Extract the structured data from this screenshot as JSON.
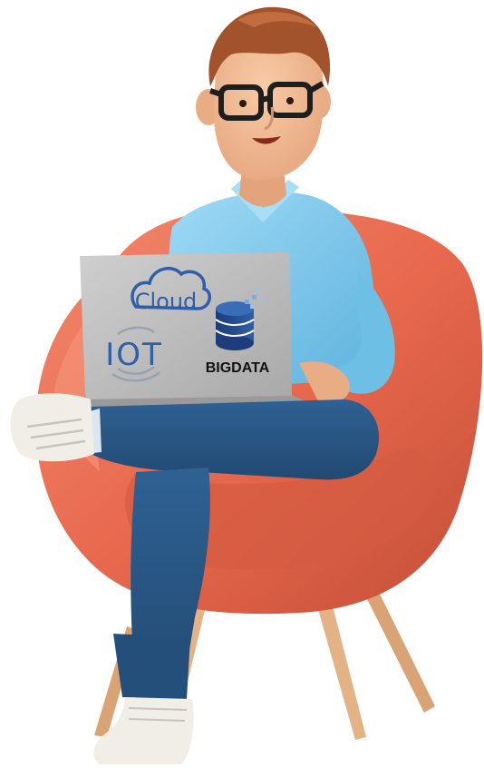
{
  "laptop": {
    "cloud_label": "Cloud",
    "iot_label": "IOT",
    "bigdata_label": "BIGDATA"
  },
  "colors": {
    "chair": "#e8694e",
    "chair_shadow": "#c44f37",
    "shirt": "#7fc9ec",
    "jeans": "#2c5a86",
    "skin": "#f2bb93",
    "hair": "#a2532b",
    "laptop": "#bcbcbc",
    "logo_blue": "#2f5fa8",
    "chair_legs": "#e3b285",
    "shoes": "#f1eee8"
  },
  "icons": [
    "cloud-icon",
    "iot-wave-icon",
    "database-icon"
  ]
}
